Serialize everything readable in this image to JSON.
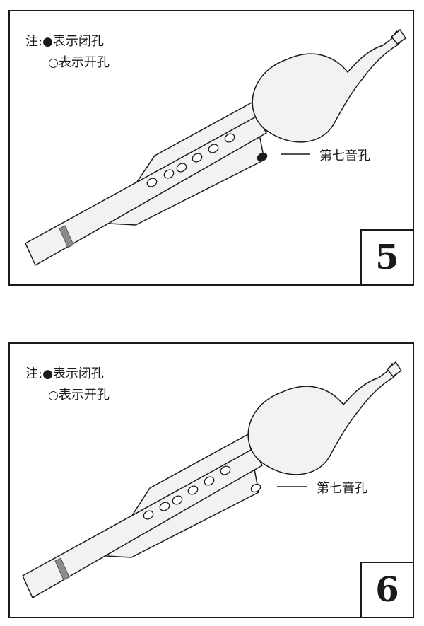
{
  "panels": [
    {
      "legend": {
        "note_label": "注:",
        "closed_mark": "●",
        "closed_text": "表示闭孔",
        "open_mark": "○",
        "open_text": "表示开孔"
      },
      "hole_label": "第七音孔",
      "number": "5",
      "seventh_hole": "closed",
      "front_holes": [
        "open",
        "open",
        "open",
        "open",
        "open",
        "open"
      ]
    },
    {
      "legend": {
        "note_label": "注:",
        "closed_mark": "●",
        "closed_text": "表示闭孔",
        "open_mark": "○",
        "open_text": "表示开孔"
      },
      "hole_label": "第七音孔",
      "number": "6",
      "seventh_hole": "open",
      "front_holes": [
        "open",
        "open",
        "open",
        "open",
        "open",
        "open"
      ]
    }
  ],
  "colors": {
    "line": "#1a1a1a",
    "body_fill": "#f2f2f2",
    "band": "#8c8c8c"
  }
}
